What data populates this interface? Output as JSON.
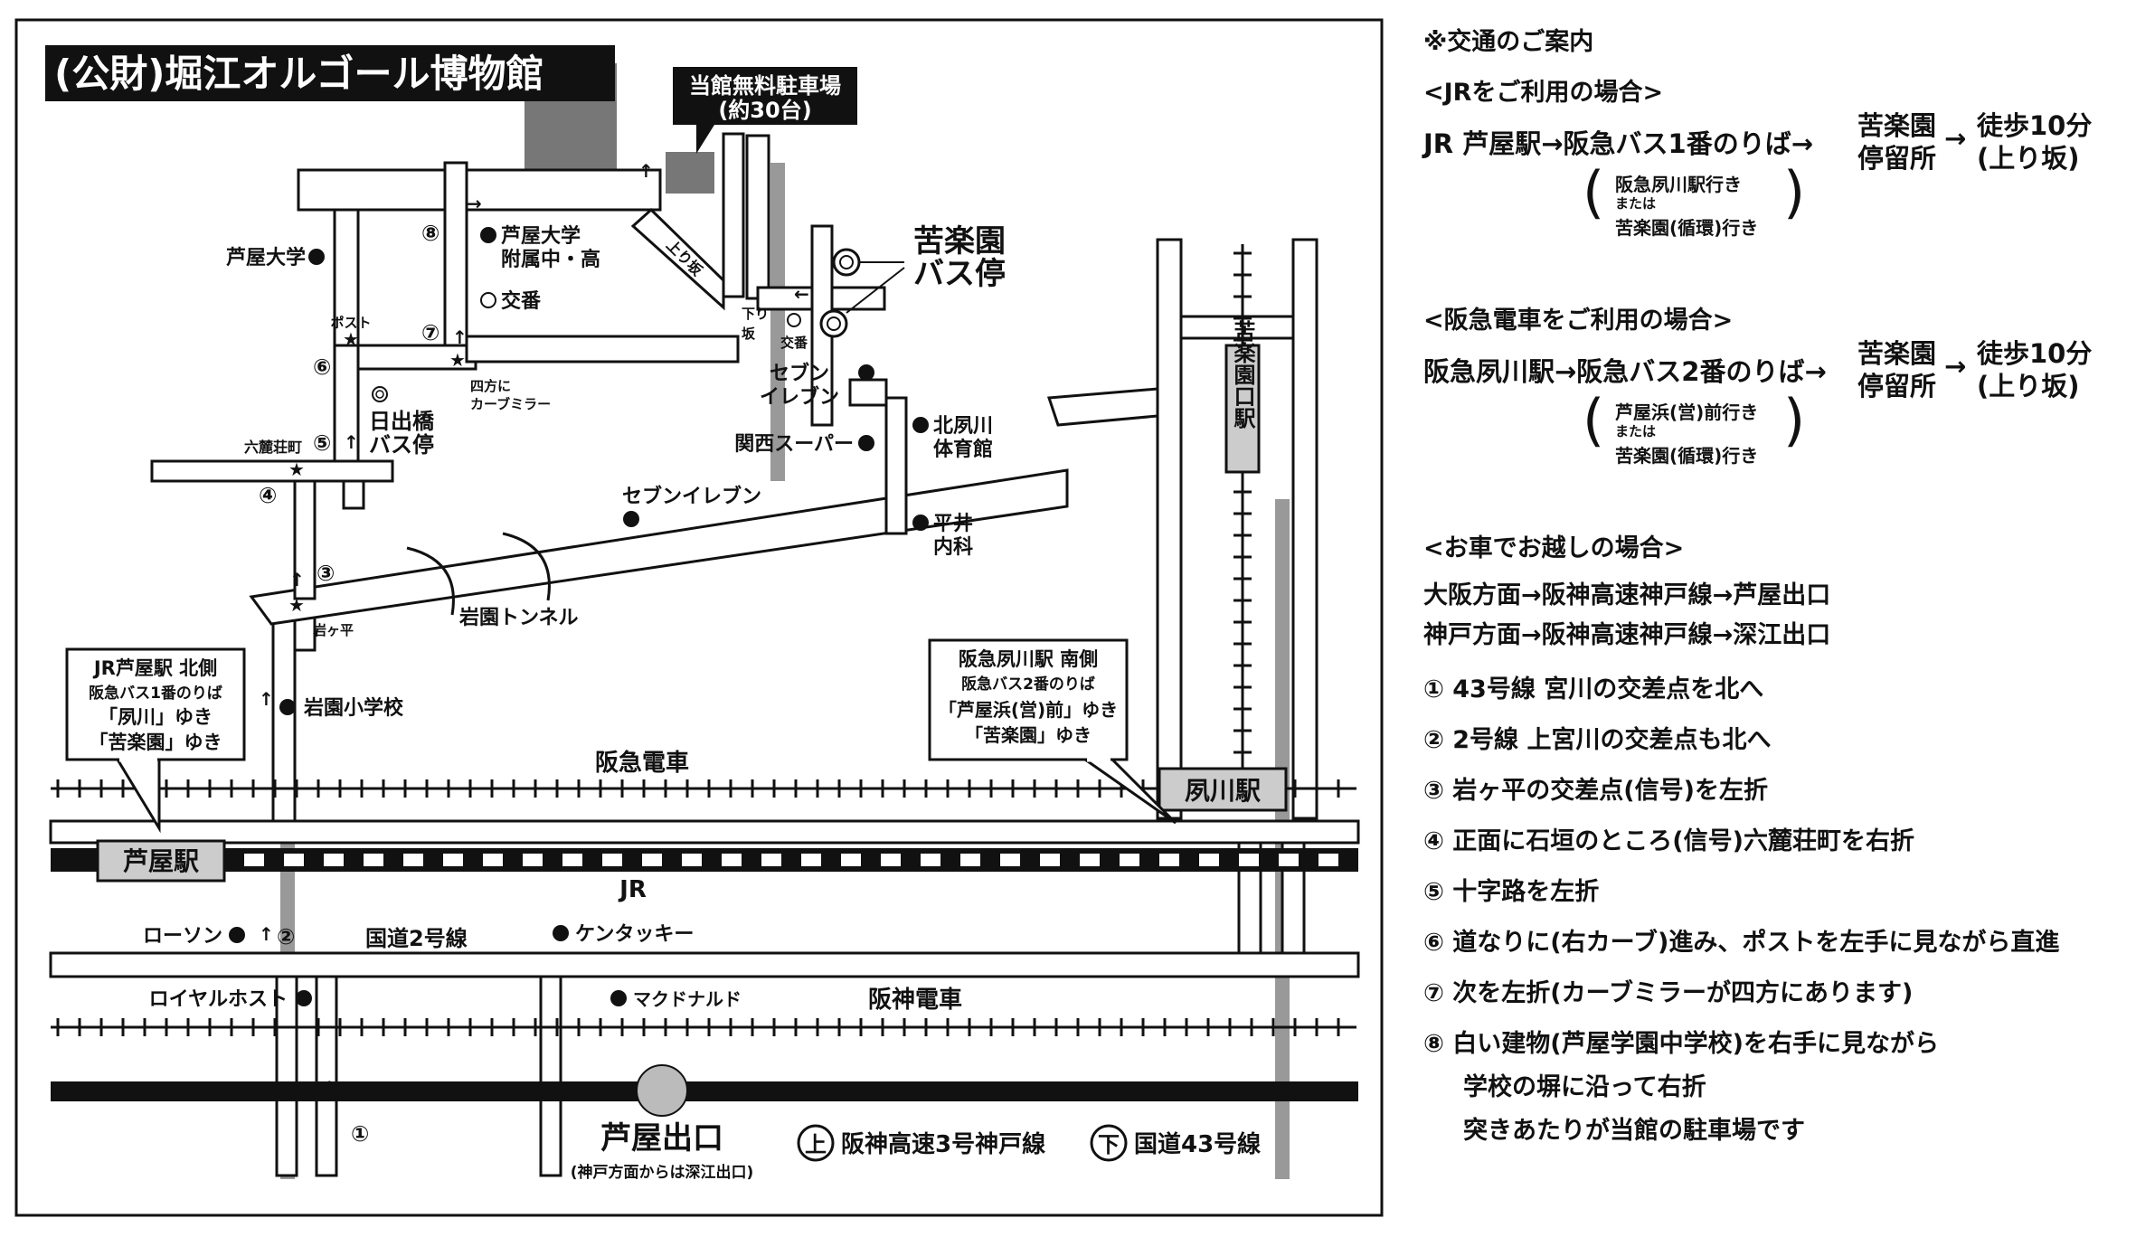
{
  "map": {
    "title": "(公財)堀江オルゴール博物館",
    "parking": [
      "当館無料駐車場",
      "(約30台)"
    ],
    "bus_stop_kurakuen": [
      "苦楽園",
      "バス停"
    ],
    "landmarks": {
      "ashiya_univ": "芦屋大学",
      "ashiya_univ_attached": [
        "芦屋大学",
        "附属中・高"
      ],
      "koban": "交番",
      "koban_small": "交番",
      "post": "ポスト",
      "shihou_mirror": [
        "四方に",
        "カーブミラー"
      ],
      "hinode_bus": [
        "日出橋",
        "バス停"
      ],
      "rokuroso": "六麓荘町",
      "iwagahira": "岩ヶ平",
      "slope_up": "上り坂",
      "slope_down": [
        "下り",
        "坂"
      ],
      "seven_eleven_1": [
        "セブン",
        "イレブン"
      ],
      "kita_shukugawa_gym": [
        "北夙川",
        "体育館"
      ],
      "kansai_super": "関西スーパー",
      "seven_eleven_2": "セブンイレブン",
      "hirai_clinic": [
        "平井",
        "内科"
      ],
      "iwazono_tunnel": "岩園トンネル",
      "iwazono_school": "岩園小学校",
      "kurakuenguchi_station": "苦楽園口駅",
      "hankyu_line": "阪急電車",
      "jr_line": "JR",
      "ashiya_station": "芦屋駅",
      "shukugawa_station": "夙川駅",
      "lawson": "ローソン",
      "route2": "国道2号線",
      "kfc": "ケンタッキー",
      "royal_host": "ロイヤルホスト",
      "mcdonalds": "マクドナルド",
      "hanshin_line": "阪神電車",
      "ashiya_exit": "芦屋出口",
      "ashiya_exit_note": "(神戸方面からは深江出口)",
      "upper": "上",
      "upper_label": "阪神高速3号神戸線",
      "lower": "下",
      "lower_label": "国道43号線"
    },
    "callout_jr": [
      "JR芦屋駅 北側",
      "阪急バス1番のりば",
      "「夙川」ゆき",
      "「苦楽園」ゆき"
    ],
    "callout_hankyu": [
      "阪急夙川駅 南側",
      "阪急バス2番のりば",
      "「芦屋浜(営)前」ゆき",
      "「苦楽園」ゆき"
    ],
    "step_markers": [
      "①",
      "②",
      "③",
      "④",
      "⑤",
      "⑥",
      "⑦",
      "⑧"
    ]
  },
  "guide": {
    "header": "※交通のご案内",
    "jr": {
      "heading": "<JRをご利用の場合>",
      "route": "JR 芦屋駅→阪急バス1番のりば→",
      "dest": [
        "苦楽園",
        "停留所"
      ],
      "arrow": "→",
      "walk": [
        "徒歩10分",
        "(上り坂)"
      ],
      "options": [
        "阪急夙川駅行き",
        "または",
        "苦楽園(循環)行き"
      ]
    },
    "hankyu": {
      "heading": "<阪急電車をご利用の場合>",
      "route": "阪急夙川駅→阪急バス2番のりば→",
      "dest": [
        "苦楽園",
        "停留所"
      ],
      "arrow": "→",
      "walk": [
        "徒歩10分",
        "(上り坂)"
      ],
      "options": [
        "芦屋浜(営)前行き",
        "または",
        "苦楽園(循環)行き"
      ]
    },
    "car": {
      "heading": "<お車でお越しの場合>",
      "routes": [
        "大阪方面→阪神高速神戸線→芦屋出口",
        "神戸方面→阪神高速神戸線→深江出口"
      ]
    },
    "steps": [
      "① 43号線 宮川の交差点を北へ",
      "② 2号線 上宮川の交差点も北へ",
      "③ 岩ヶ平の交差点(信号)を左折",
      "④ 正面に石垣のところ(信号)六麓荘町を右折",
      "⑤ 十字路を左折",
      "⑥ 道なりに(右カーブ)進み、ポストを左手に見ながら直進",
      "⑦ 次を左折(カーブミラーが四方にあります)",
      "⑧ 白い建物(芦屋学園中学校)を右手に見ながら"
    ],
    "step8_cont": [
      "学校の塀に沿って右折",
      "突きあたりが当館の駐車場です"
    ]
  }
}
